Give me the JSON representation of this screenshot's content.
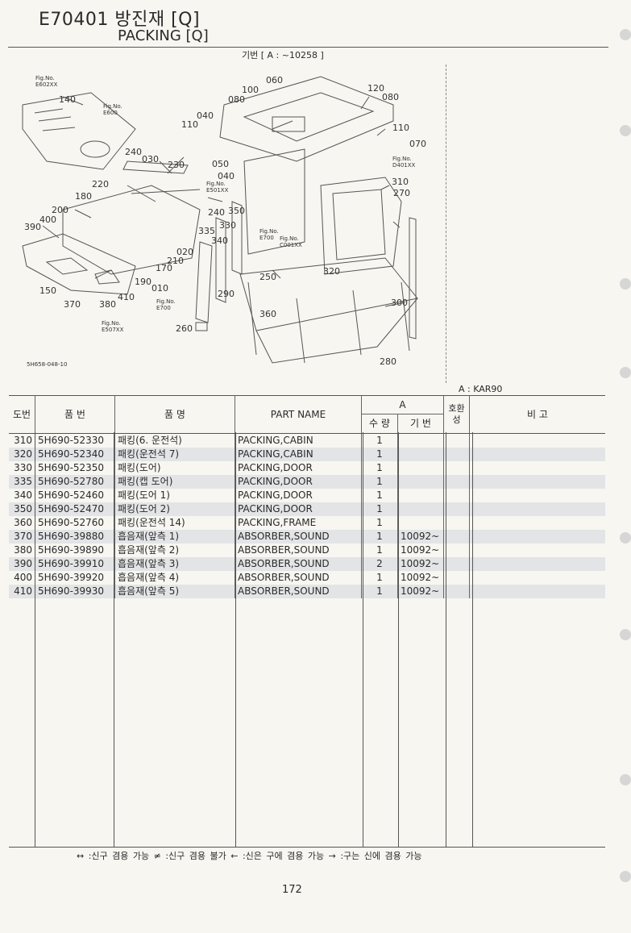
{
  "header": {
    "code_title": "E70401 방진재 [Q]",
    "en_title": "PACKING [Q]",
    "serial_note": "기번 [ A : ~10258 ]"
  },
  "figure": {
    "labels": [
      {
        "t": "060"
      },
      {
        "t": "100"
      },
      {
        "t": "120"
      },
      {
        "t": "080"
      },
      {
        "t": "080"
      },
      {
        "t": "040"
      },
      {
        "t": "110"
      },
      {
        "t": "110"
      },
      {
        "t": "070"
      },
      {
        "t": "140"
      },
      {
        "t": "240"
      },
      {
        "t": "030"
      },
      {
        "t": "230"
      },
      {
        "t": "050"
      },
      {
        "t": "040"
      },
      {
        "t": "310"
      },
      {
        "t": "270"
      },
      {
        "t": "220"
      },
      {
        "t": "180"
      },
      {
        "t": "200"
      },
      {
        "t": "240"
      },
      {
        "t": "350"
      },
      {
        "t": "390"
      },
      {
        "t": "400"
      },
      {
        "t": "330"
      },
      {
        "t": "335"
      },
      {
        "t": "340"
      },
      {
        "t": "020"
      },
      {
        "t": "210"
      },
      {
        "t": "170"
      },
      {
        "t": "250"
      },
      {
        "t": "320"
      },
      {
        "t": "190"
      },
      {
        "t": "010"
      },
      {
        "t": "150"
      },
      {
        "t": "410"
      },
      {
        "t": "370"
      },
      {
        "t": "380"
      },
      {
        "t": "290"
      },
      {
        "t": "300"
      },
      {
        "t": "360"
      },
      {
        "t": "260"
      },
      {
        "t": "280"
      }
    ],
    "figrefs": [
      {
        "t1": "Fig.No.",
        "t2": "E602XX"
      },
      {
        "t1": "Fig.No.",
        "t2": "E600"
      },
      {
        "t1": "Fig.No.",
        "t2": "D401XX"
      },
      {
        "t1": "Fig.No.",
        "t2": "E501XX"
      },
      {
        "t1": "Fig.No.",
        "t2": "E700"
      },
      {
        "t1": "Fig.No.",
        "t2": "C001XX"
      },
      {
        "t1": "Fig.No.",
        "t2": "E700"
      },
      {
        "t1": "Fig.No.",
        "t2": "E507XX"
      }
    ],
    "drawing_id": "5H658-048-10"
  },
  "table": {
    "model_note": "A : KAR90",
    "headers": {
      "no": "도번",
      "part_no": "품 번",
      "name_kr": "품 명",
      "name_en": "PART NAME",
      "group_a": "A",
      "qty": "수 량",
      "serial": "기 번",
      "exch": "호환성",
      "remark": "비 고"
    },
    "rows": [
      {
        "no": "310",
        "pn": "5H690-52330",
        "kr": "패킹(6. 운전석)",
        "en": "PACKING,CABIN",
        "qty": "1",
        "serial": ""
      },
      {
        "no": "320",
        "pn": "5H690-52340",
        "kr": "패킹(운전석 7)",
        "en": "PACKING,CABIN",
        "qty": "1",
        "serial": ""
      },
      {
        "no": "330",
        "pn": "5H690-52350",
        "kr": "패킹(도어)",
        "en": "PACKING,DOOR",
        "qty": "1",
        "serial": ""
      },
      {
        "no": "335",
        "pn": "5H690-52780",
        "kr": "패킹(캡 도어)",
        "en": "PACKING,DOOR",
        "qty": "1",
        "serial": ""
      },
      {
        "no": "340",
        "pn": "5H690-52460",
        "kr": "패킹(도어 1)",
        "en": "PACKING,DOOR",
        "qty": "1",
        "serial": ""
      },
      {
        "no": "350",
        "pn": "5H690-52470",
        "kr": "패킹(도어 2)",
        "en": "PACKING,DOOR",
        "qty": "1",
        "serial": ""
      },
      {
        "no": "360",
        "pn": "5H690-52760",
        "kr": "패킹(운전석 14)",
        "en": "PACKING,FRAME",
        "qty": "1",
        "serial": ""
      },
      {
        "no": "370",
        "pn": "5H690-39880",
        "kr": "흡음재(앞측 1)",
        "en": "ABSORBER,SOUND",
        "qty": "1",
        "serial": "10092~"
      },
      {
        "no": "380",
        "pn": "5H690-39890",
        "kr": "흡음재(앞측 2)",
        "en": "ABSORBER,SOUND",
        "qty": "1",
        "serial": "10092~"
      },
      {
        "no": "390",
        "pn": "5H690-39910",
        "kr": "흡음재(앞측 3)",
        "en": "ABSORBER,SOUND",
        "qty": "2",
        "serial": "10092~"
      },
      {
        "no": "400",
        "pn": "5H690-39920",
        "kr": "흡음재(앞측 4)",
        "en": "ABSORBER,SOUND",
        "qty": "1",
        "serial": "10092~"
      },
      {
        "no": "410",
        "pn": "5H690-39930",
        "kr": "흡음재(앞측 5)",
        "en": "ABSORBER,SOUND",
        "qty": "1",
        "serial": "10092~"
      }
    ]
  },
  "footer": {
    "legend": "↔ :신구 겸용 가능    ≠ :신구 겸용 불가    ← :신은 구에 겸용 가능    → :구는 신에 겸용 가능"
  },
  "page_number": "172"
}
